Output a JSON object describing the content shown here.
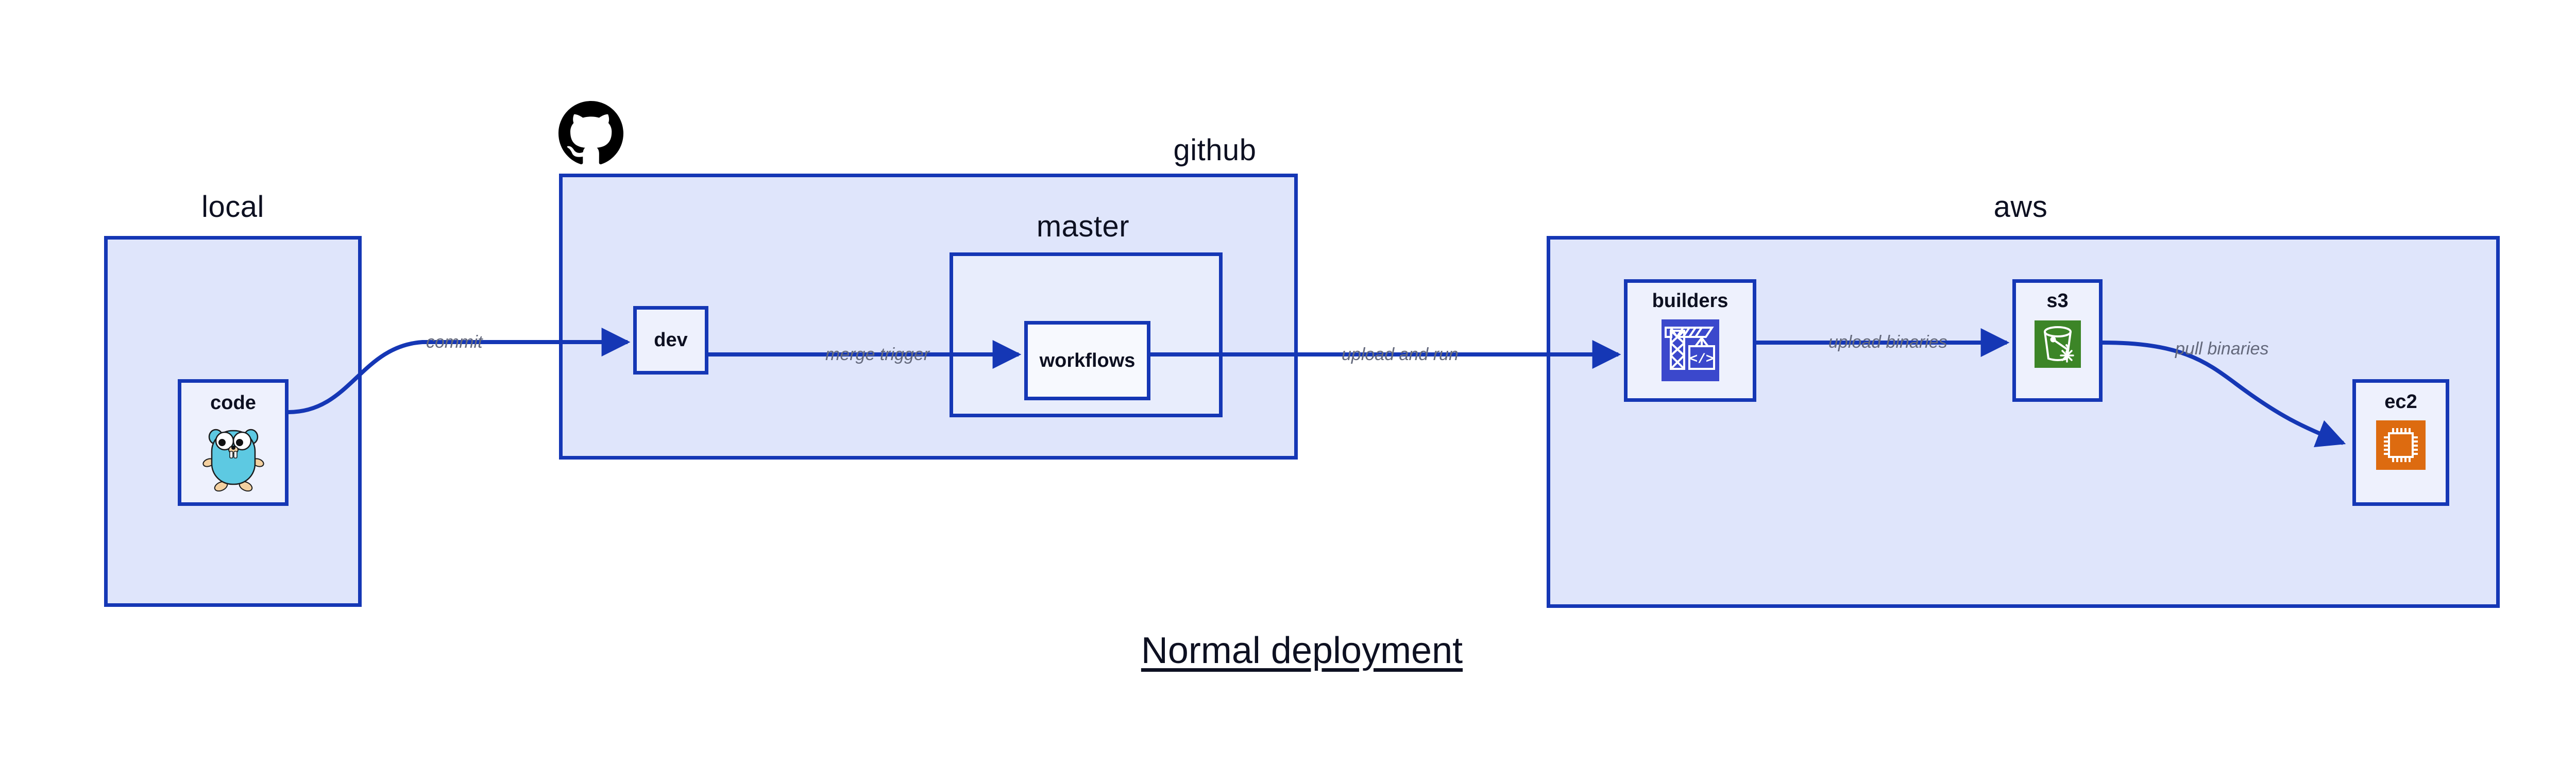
{
  "diagram": {
    "title": "Normal deployment",
    "accent_border": "#1537b5",
    "group_fill": "#dfe5fb",
    "inner_group_fill": "#e8edfc",
    "node_fill": "#eef1fd",
    "edge_label_color": "#64697c",
    "title_color": "#0d1021"
  },
  "groups": [
    {
      "id": "local",
      "label": "local"
    },
    {
      "id": "github",
      "label": "github"
    },
    {
      "id": "master",
      "label": "master"
    },
    {
      "id": "aws",
      "label": "aws"
    }
  ],
  "nodes": [
    {
      "id": "code",
      "label": "code",
      "icon": "go-gopher-icon",
      "icon_color": "#5dc9e2"
    },
    {
      "id": "dev",
      "label": "dev",
      "icon": null,
      "icon_color": null
    },
    {
      "id": "workflows",
      "label": "workflows",
      "icon": null,
      "icon_color": null
    },
    {
      "id": "builders",
      "label": "builders",
      "icon": "crane-code-icon",
      "icon_color": "#3b48cc"
    },
    {
      "id": "s3",
      "label": "s3",
      "icon": "s3-bucket-icon",
      "icon_color": "#3c8527"
    },
    {
      "id": "ec2",
      "label": "ec2",
      "icon": "ec2-chip-icon",
      "icon_color": "#dd6b10"
    }
  ],
  "edges": [
    {
      "id": "code-to-dev",
      "from": "code",
      "to": "dev",
      "label": "commit"
    },
    {
      "id": "dev-to-workflows",
      "from": "dev",
      "to": "workflows",
      "label": "merge trigger"
    },
    {
      "id": "workflows-to-builders",
      "from": "workflows",
      "to": "builders",
      "label": "upload and run"
    },
    {
      "id": "builders-to-s3",
      "from": "builders",
      "to": "s3",
      "label": "upload binaries"
    },
    {
      "id": "s3-to-ec2",
      "from": "s3",
      "to": "ec2",
      "label": "pull binaries"
    }
  ],
  "logos": [
    {
      "id": "github-octocat",
      "name": "github-octocat-logo",
      "color": "#000000"
    }
  ]
}
